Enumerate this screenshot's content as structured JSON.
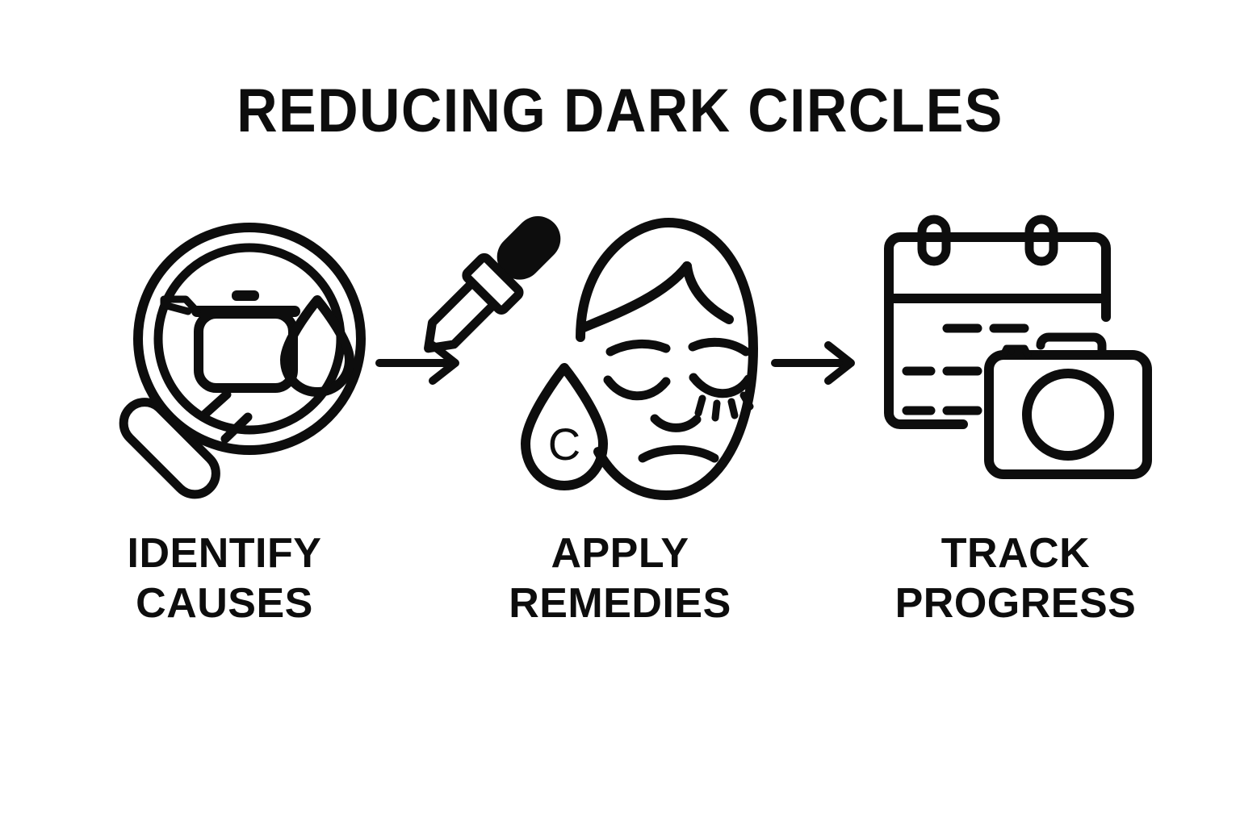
{
  "meta": {
    "background_color": "#ffffff",
    "ink_color": "#0d0d0d"
  },
  "header": {
    "title": "REDUCING DARK CIRCLES"
  },
  "steps": [
    {
      "index": 1,
      "icon": "magnifier-pot-droplet-icon",
      "icon_parts": [
        "magnifying-glass",
        "cooking-pot",
        "water-droplet"
      ],
      "label_line1": "IDENTIFY",
      "label_line2": "CAUSES"
    },
    {
      "index": 2,
      "icon": "face-dropper-serum-icon",
      "icon_parts": [
        "face-closed-eyes",
        "pipette-dropper",
        "serum-droplet"
      ],
      "droplet_letter": "C",
      "label_line1": "APPLY",
      "label_line2": "REMEDIES"
    },
    {
      "index": 3,
      "icon": "calendar-camera-icon",
      "icon_parts": [
        "calendar",
        "camera"
      ],
      "label_line1": "TRACK",
      "label_line2": "PROGRESS"
    }
  ],
  "connectors": [
    {
      "name": "arrow-1",
      "direction": "right"
    },
    {
      "name": "arrow-2",
      "direction": "right"
    }
  ]
}
